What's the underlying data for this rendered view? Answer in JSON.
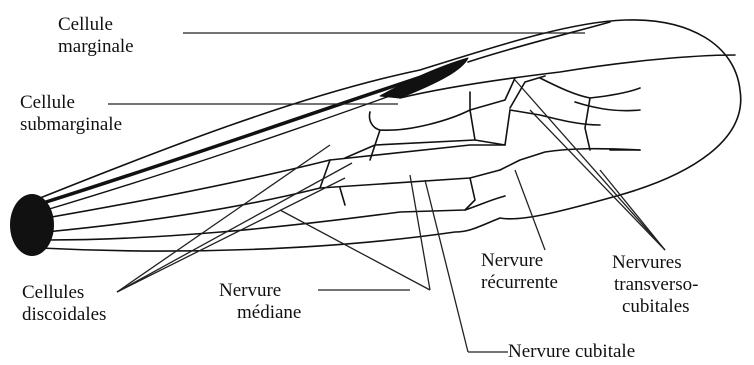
{
  "labels": {
    "cellule_marginale": [
      "Cellule",
      "marginale"
    ],
    "cellule_submarginale": [
      "Cellule",
      "submarginale"
    ],
    "cellules_discoidales": [
      "Cellules",
      "discoidales"
    ],
    "nervure_mediane": [
      "Nervure",
      "médiane"
    ],
    "nervure_recurrente": [
      "Nervure",
      "récurrente"
    ],
    "nervures_transverso_cubitales": [
      "Nervures",
      "transverso-",
      "cubitales"
    ],
    "nervure_cubitale": "Nervure cubitale"
  },
  "colors": {
    "ink": "#111111",
    "background": "#ffffff"
  }
}
